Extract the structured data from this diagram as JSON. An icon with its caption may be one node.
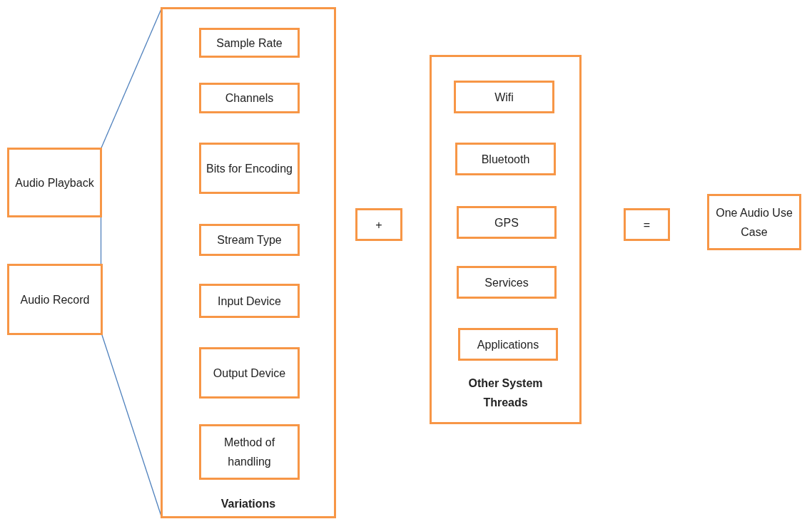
{
  "diagram": {
    "nodes": [
      {
        "text": [
          "Audio Playback"
        ]
      },
      {
        "text": [
          "Audio Record"
        ]
      },
      {
        "text": [
          "Variations"
        ]
      },
      {
        "text": [
          "Sample Rate"
        ],
        "in": 2
      },
      {
        "text": [
          "Channels"
        ],
        "in": 2
      },
      {
        "text": [
          "Bits for Encoding"
        ],
        "in": 2
      },
      {
        "text": [
          "Stream Type"
        ],
        "in": 2
      },
      {
        "text": [
          "Input Device"
        ],
        "in": 2
      },
      {
        "text": [
          "Output Device"
        ],
        "in": 2
      },
      {
        "text": [
          "Method of handling"
        ],
        "in": 2
      },
      {
        "text": [
          "+"
        ]
      },
      {
        "text": [
          "Other System Threads"
        ]
      },
      {
        "text": [
          "Wifi"
        ],
        "in": 11
      },
      {
        "text": [
          "Bluetooth"
        ],
        "in": 11
      },
      {
        "text": [
          "GPS"
        ],
        "in": 11
      },
      {
        "text": [
          "Services"
        ],
        "in": 11
      },
      {
        "text": [
          "Applications"
        ],
        "in": 11
      },
      {
        "text": [
          "="
        ]
      },
      {
        "text": [
          "One Audio Use Case"
        ]
      }
    ],
    "edges": [
      {
        "from": 0,
        "to": 2,
        "arrow": "none",
        "color": "#4f81bd"
      },
      {
        "from": 1,
        "to": 2,
        "arrow": "none",
        "color": "#4f81bd"
      },
      {
        "from": 0,
        "to": 1,
        "arrow": "none",
        "color": "#4f81bd"
      }
    ]
  }
}
